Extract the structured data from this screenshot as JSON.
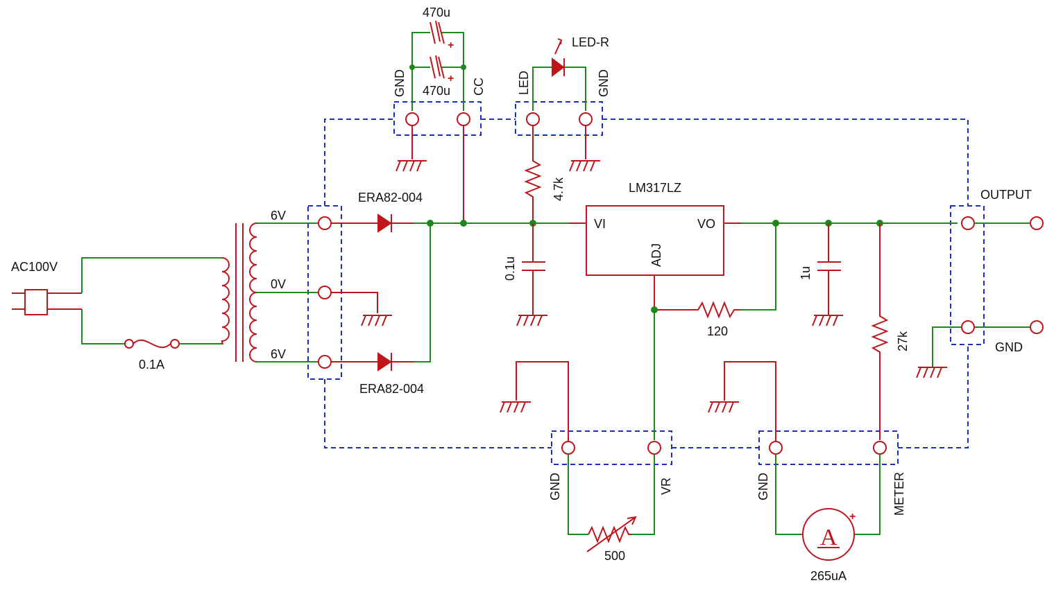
{
  "labels": {
    "ac_input": "AC100V",
    "fuse": "0.1A",
    "tap_top": "6V",
    "tap_mid": "0V",
    "tap_bot": "6V",
    "diode_top": "ERA82-004",
    "diode_bot": "ERA82-004",
    "cap_top": "470u",
    "cap_bot": "470u",
    "plus_sign": "+",
    "cc_gnd": "GND",
    "cc_cc": "CC",
    "led": "LED-R",
    "led_pin": "LED",
    "led_gnd": "GND",
    "r_led": "4.7k",
    "c_in": "0.1u",
    "regulator": "LM317LZ",
    "vi": "VI",
    "vo": "VO",
    "adj": "ADJ",
    "r_set": "120",
    "c_out": "1u",
    "r_meter": "27k",
    "output": "OUTPUT",
    "out_gnd": "GND",
    "vr_gnd": "GND",
    "vr_pin": "VR",
    "vr_value": "500",
    "meter_gnd": "GND",
    "meter_pin": "METER",
    "ammeter_symbol": "A",
    "ammeter_plus": "+",
    "ammeter_value": "265uA"
  },
  "colors": {
    "wire": "#1a8a1a",
    "component": "#c0151b",
    "board_outline": "#1c2fc4"
  }
}
